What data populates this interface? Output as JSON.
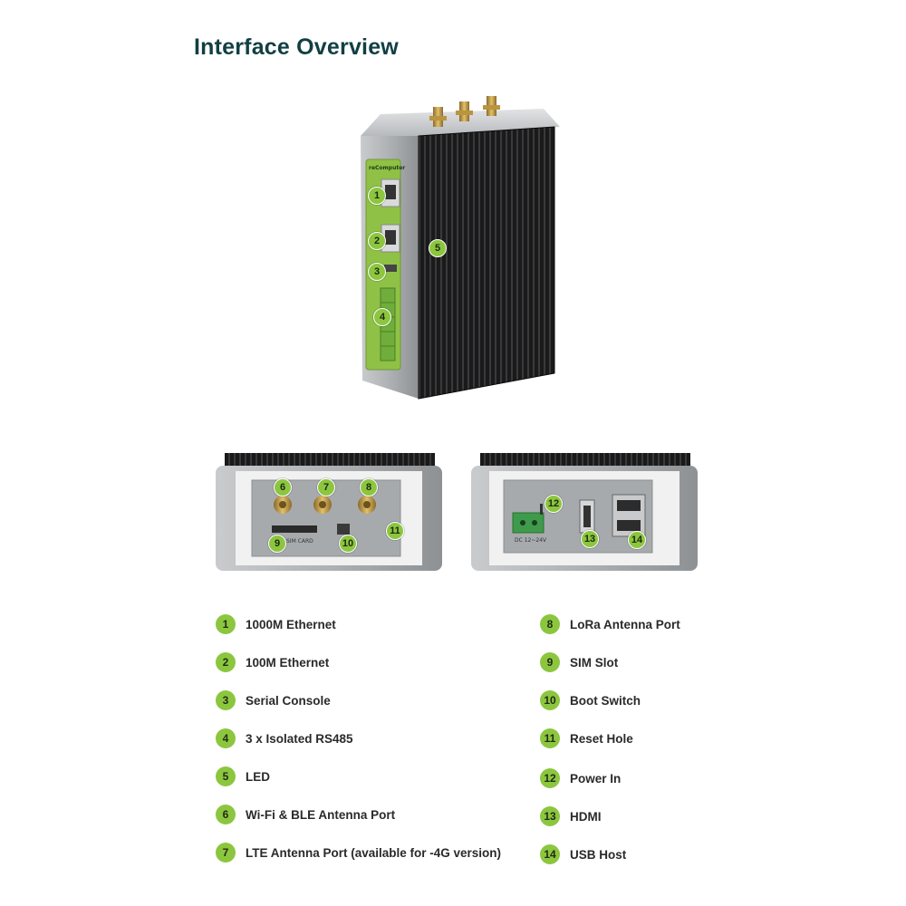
{
  "title": "Interface Overview",
  "device": {
    "front_logo": "reComputer",
    "bottom_label_sim": "SIM CARD",
    "right_label_power": "DC 12~24V",
    "markers": [
      "1",
      "2",
      "3",
      "4",
      "5",
      "6",
      "7",
      "8",
      "9",
      "10",
      "11",
      "12",
      "13",
      "14"
    ]
  },
  "legend": [
    {
      "num": "1",
      "label": "1000M Ethernet"
    },
    {
      "num": "2",
      "label": "100M Ethernet"
    },
    {
      "num": "3",
      "label": "Serial Console"
    },
    {
      "num": "4",
      "label": "3 x Isolated RS485"
    },
    {
      "num": "5",
      "label": "LED"
    },
    {
      "num": "6",
      "label": "Wi-Fi & BLE Antenna Port"
    },
    {
      "num": "7",
      "label": "LTE Antenna Port (available for -4G version)"
    },
    {
      "num": "8",
      "label": "LoRa Antenna Port"
    },
    {
      "num": "9",
      "label": "SIM Slot"
    },
    {
      "num": "10",
      "label": "Boot Switch"
    },
    {
      "num": "11",
      "label": "Reset Hole"
    },
    {
      "num": "12",
      "label": "Power In"
    },
    {
      "num": "13",
      "label": "HDMI"
    },
    {
      "num": "14",
      "label": "USB Host"
    }
  ],
  "colors": {
    "accent": "#8cc63f",
    "title": "#123f43"
  }
}
